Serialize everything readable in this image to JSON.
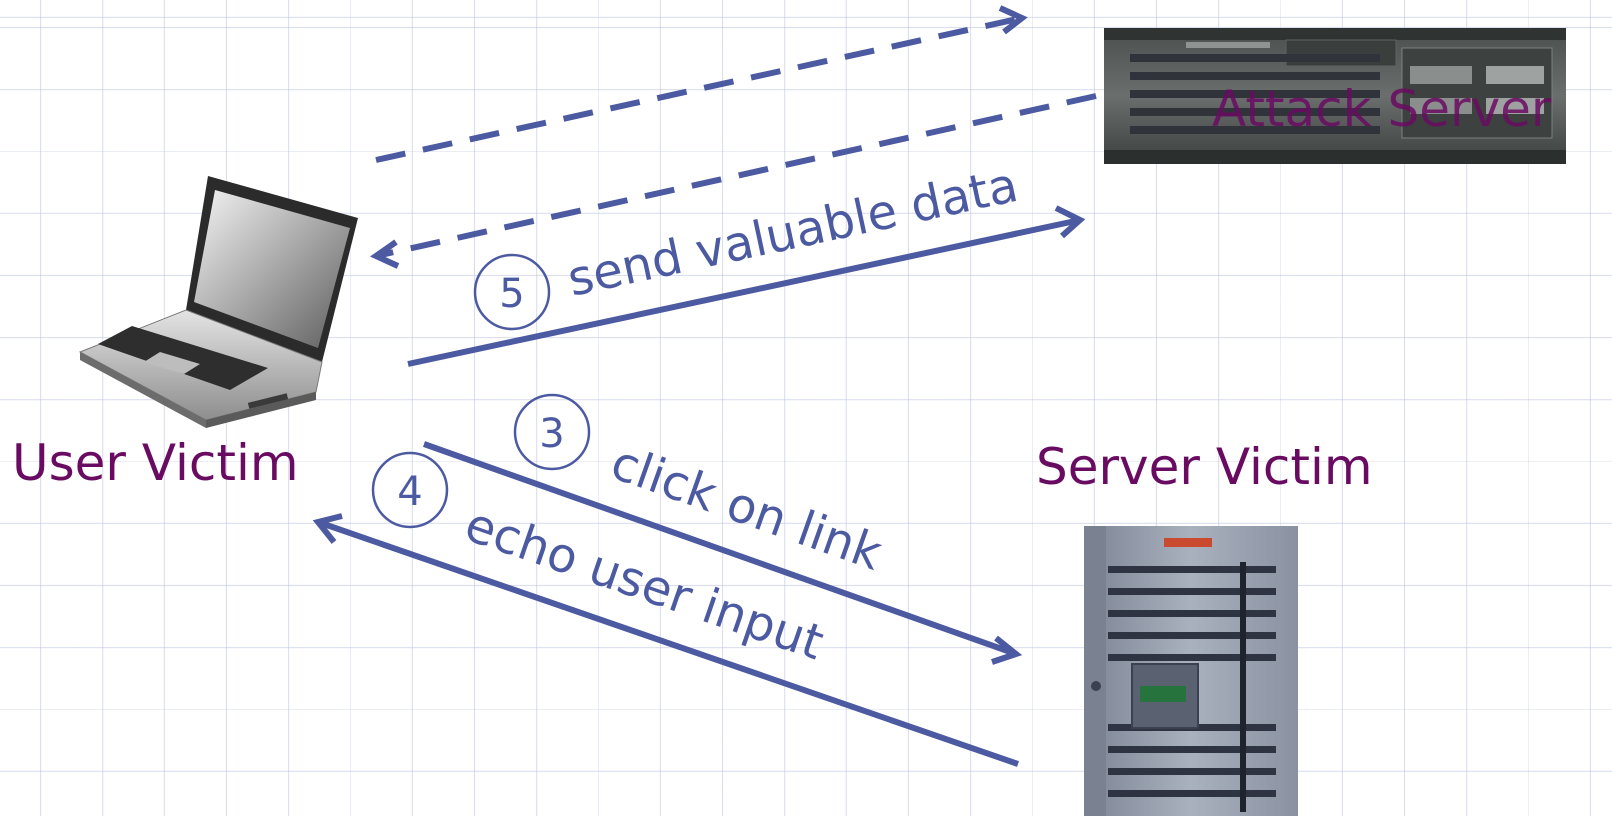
{
  "colors": {
    "label": "#6a0b62",
    "arrow": "#4c5aa1",
    "attack_label": "#6a0b62"
  },
  "nodes": {
    "user_victim": {
      "label": "User Victim",
      "icon": "laptop-icon"
    },
    "server_victim": {
      "label": "Server Victim",
      "icon": "tower-server-icon"
    },
    "attack_server": {
      "label": "Attack Server",
      "icon": "rack-server-icon"
    }
  },
  "steps": [
    {
      "number": "3",
      "label": "click on link"
    },
    {
      "number": "4",
      "label": "echo user input"
    },
    {
      "number": "5",
      "label": "send valuable data"
    }
  ]
}
